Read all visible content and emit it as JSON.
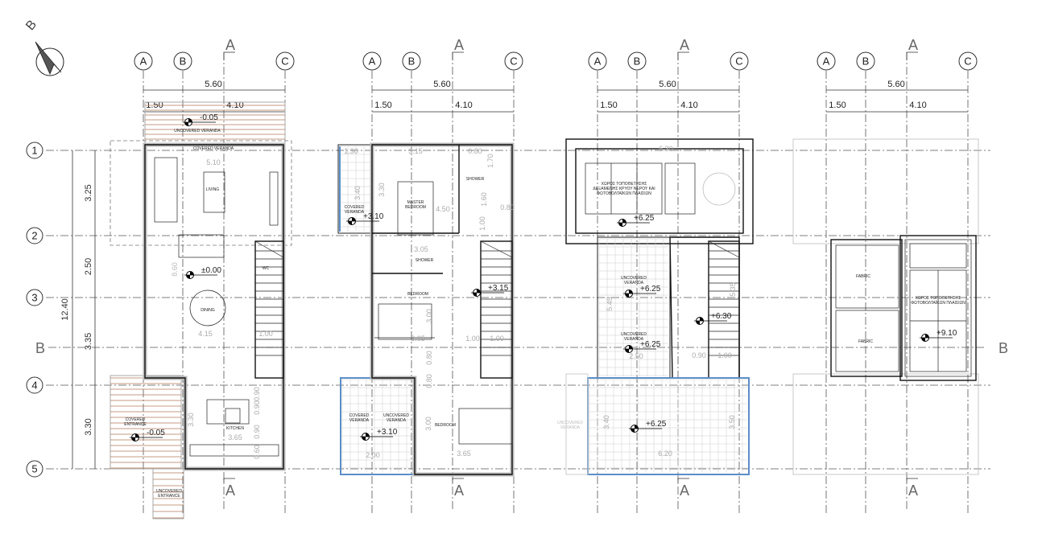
{
  "north_label": "B",
  "grid": {
    "columns": [
      "A",
      "B",
      "C"
    ],
    "rows": [
      "1",
      "2",
      "3",
      "4",
      "5"
    ],
    "section_a": "A",
    "section_b": "B",
    "top_dims": {
      "total": "5.60",
      "left": "1.50",
      "right": "4.10"
    },
    "left_dims": {
      "total": "12.40",
      "spans": [
        "3.25",
        "2.50",
        "3.35",
        "3.30"
      ]
    }
  },
  "plans": [
    {
      "labels": [
        "-0.05",
        "UNCOVERED VERANDA",
        "COVERED VERANDA",
        "5.10",
        "LIVING",
        "±0.00",
        "8.60",
        "WC",
        "DINING",
        "4.15",
        "1.00",
        "COVERED",
        "ENTRANCE",
        "-0.05",
        "3.30",
        "KITCHEN",
        "3.65",
        "0.90",
        "0.90",
        "0.90",
        "0.60",
        "UNCOVERED",
        "ENTRANCE"
      ]
    },
    {
      "labels": [
        "1.30",
        "3.15",
        "0.80",
        "3.40",
        "3.30",
        "COVERED",
        "VERANDA",
        "+3.10",
        "MASTER",
        "BEDROOM",
        "4.50",
        "SHOWER",
        "1.70",
        "1.60",
        "0.80",
        "1.00",
        "3.05",
        "SHOWER",
        "BEDROOM",
        "+3.15",
        "3.00",
        "3.05",
        "1.00",
        "1.00",
        "0.80",
        "0.80",
        "COVERED",
        "VERANDA",
        "UNCOVERED",
        "VERANDA",
        "+3.10",
        "BEDROOM",
        "3.00",
        "2.00",
        "3.65"
      ]
    },
    {
      "labels": [
        "6.30",
        "ΧΩΡΟΣ ΤΟΠΟΘΕΤΗΣΗΣ",
        "ΔΕΞΑΜΕΝΗΣ ΚΡΥΟΥ ΝΕΡΟΥ ΚΑΙ",
        "ΦΩΤΟΒΟΛΤΑΪΚΩΝ ΠΛΑΙΣΙΩΝ",
        "+6.25",
        "UNCOVERED",
        "VERANDA",
        "+6.25",
        "5.45",
        "+6.30",
        "5.35",
        "UNCOVERED",
        "VERANDA",
        "+6.25",
        "2.50",
        "0.90",
        "1.00",
        "UNCOVERED",
        "VERANDA",
        "3.40",
        "+6.25",
        "3.50",
        "6.20"
      ]
    },
    {
      "labels": [
        "FABRIC",
        "FABRIC",
        "ΧΩΡΟΣ ΤΟΠΟΘΕΤΗΣΗΣ",
        "ΦΩΤΟΒΟΛΤΑΪΚΩΝ ΠΛΑΙΣΙΩΝ",
        "+9.10"
      ]
    }
  ],
  "colors": {
    "wood_deck": "#b07a5a",
    "glass_rail": "#5b8ec9",
    "wall_fill": "#bbbbbb"
  }
}
